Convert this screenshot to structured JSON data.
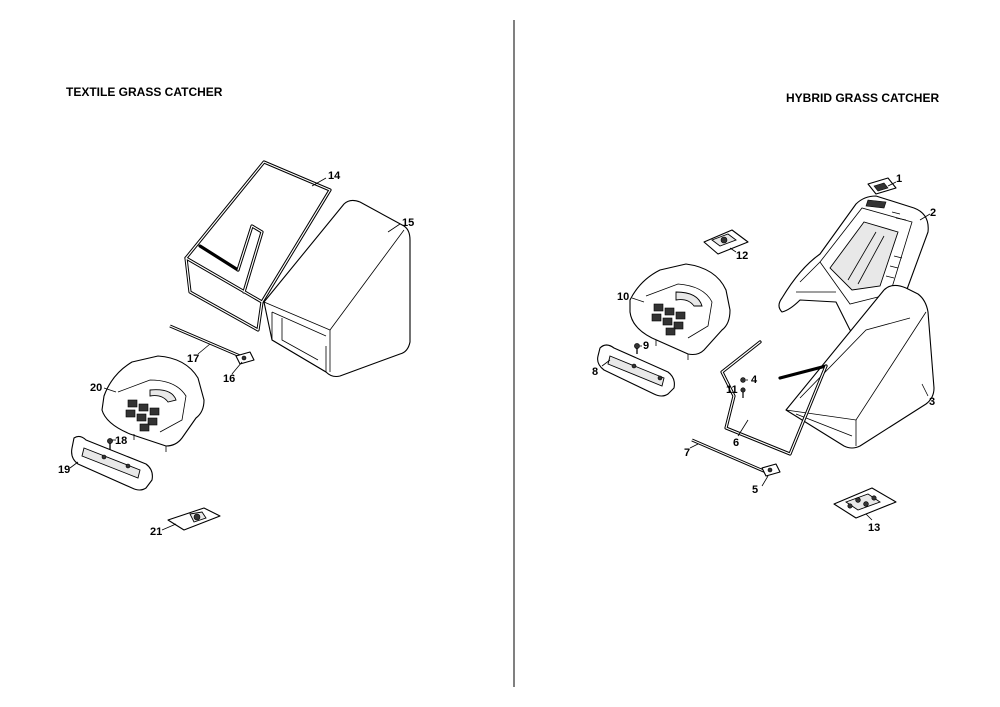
{
  "left_panel": {
    "title": "TEXTILE GRASS CATCHER",
    "labels": [
      "14",
      "15",
      "17",
      "16",
      "20",
      "18",
      "19",
      "21"
    ]
  },
  "right_panel": {
    "title": "HYBRID GRASS CATCHER",
    "labels": [
      "1",
      "2",
      "12",
      "10",
      "9",
      "8",
      "4",
      "11",
      "3",
      "6",
      "7",
      "5",
      "13"
    ]
  }
}
